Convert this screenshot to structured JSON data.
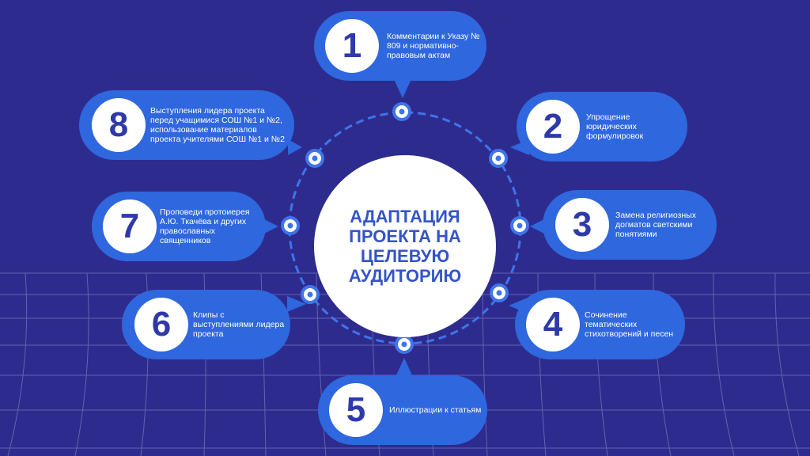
{
  "center": {
    "title": "АДАПТАЦИЯ ПРОЕКТА НА ЦЕЛЕВУЮ АУДИТОРИЮ"
  },
  "items": [
    {
      "number": "1",
      "text": "Комментарии к Указу № 809 и нормативно-правовым актам"
    },
    {
      "number": "2",
      "text": "Упрощение юридических формулировок"
    },
    {
      "number": "3",
      "text": "Замена религиозных догматов светскими понятиями"
    },
    {
      "number": "4",
      "text": "Сочинение тематических стихотворений и песен"
    },
    {
      "number": "5",
      "text": "Иллюстрации к статьям"
    },
    {
      "number": "6",
      "text": "Клипы с выступлениями лидера проекта"
    },
    {
      "number": "7",
      "text": "Проповеди протоиерея А.Ю. Ткачёва и других православных священников"
    },
    {
      "number": "8",
      "text": "Выступления лидера проекта перед учащимися СОШ №1 и №2, использование материалов проекта учителями СОШ №1 и №2"
    }
  ],
  "colors": {
    "background": "#2e2b8e",
    "bubble": "#2f67de",
    "number": "#2f3aa8",
    "center_text": "#3454c8"
  }
}
